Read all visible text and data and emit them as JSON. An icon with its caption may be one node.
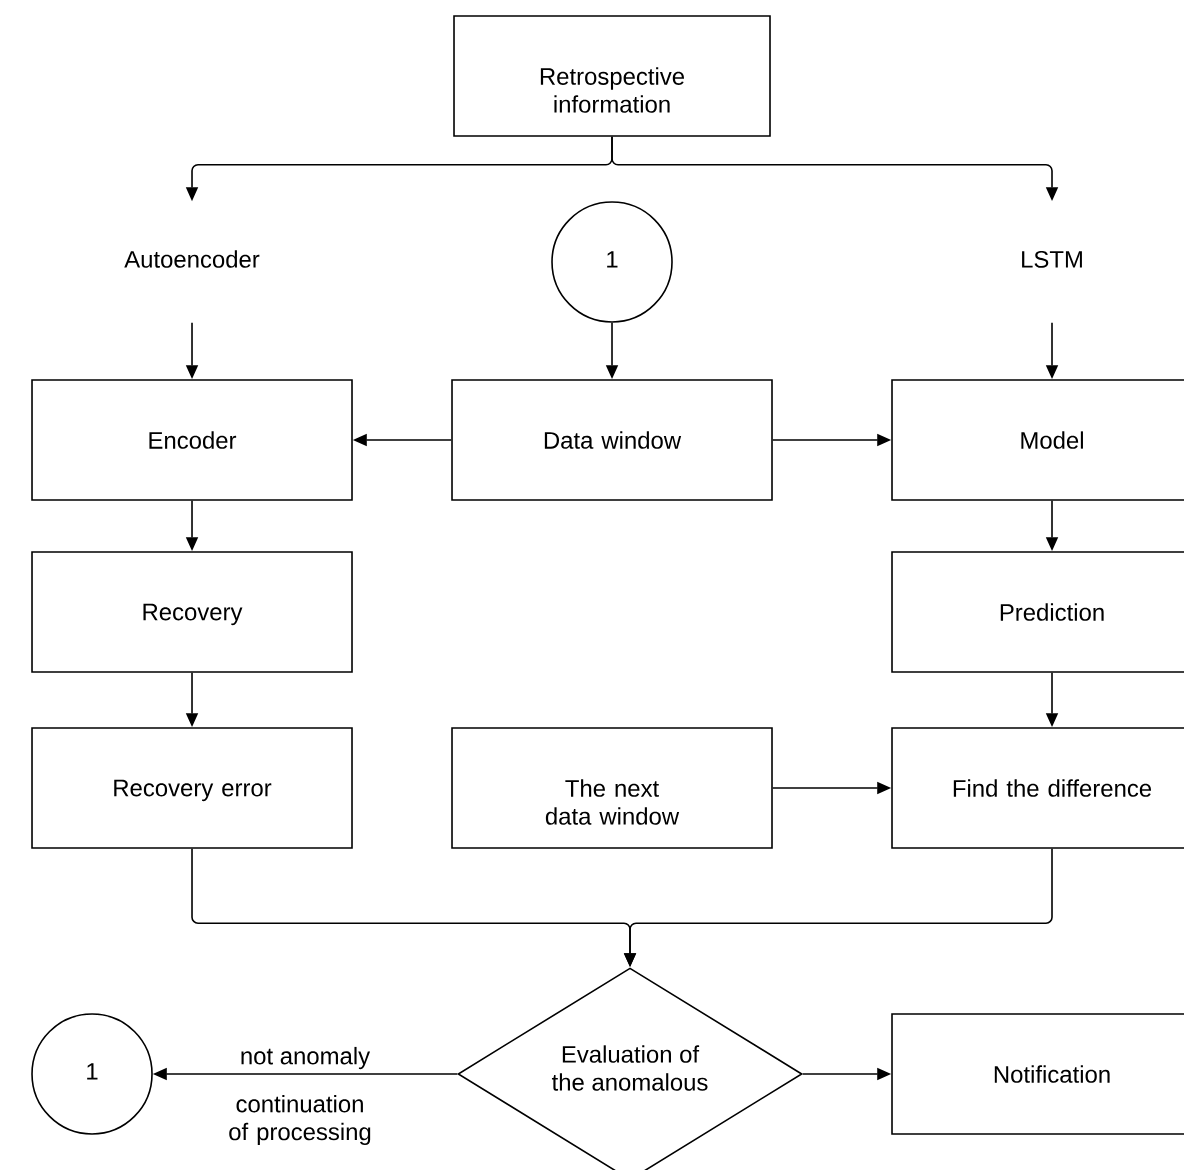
{
  "diagram": {
    "nodes": [
      {
        "text": [
          "Retrospective information"
        ]
      },
      {
        "text": [
          "Autoencoder"
        ]
      },
      {
        "text": [
          "1"
        ]
      },
      {
        "text": [
          "LSTM"
        ]
      },
      {
        "text": [
          "Encoder"
        ]
      },
      {
        "text": [
          "Data window"
        ]
      },
      {
        "text": [
          "Model"
        ]
      },
      {
        "text": [
          "Recovery"
        ]
      },
      {
        "text": [
          "Prediction"
        ]
      },
      {
        "text": [
          "Recovery error"
        ]
      },
      {
        "text": [
          "The next data window"
        ]
      },
      {
        "text": [
          "Find the difference"
        ]
      },
      {
        "text": [
          "Evaluation of the anomalous"
        ]
      },
      {
        "text": [
          "1"
        ]
      },
      {
        "text": [
          "Notification"
        ]
      }
    ],
    "edges": [
      {
        "from": 0,
        "to": 1,
        "arrow": "to"
      },
      {
        "from": 0,
        "to": 3,
        "arrow": "to"
      },
      {
        "from": 2,
        "to": 5,
        "arrow": "to"
      },
      {
        "from": 1,
        "to": 4,
        "arrow": "to"
      },
      {
        "from": 3,
        "to": 6,
        "arrow": "to"
      },
      {
        "from": 5,
        "to": 4,
        "arrow": "to"
      },
      {
        "from": 5,
        "to": 6,
        "arrow": "to"
      },
      {
        "from": 4,
        "to": 7,
        "arrow": "to"
      },
      {
        "from": 7,
        "to": 9,
        "arrow": "to"
      },
      {
        "from": 6,
        "to": 8,
        "arrow": "to"
      },
      {
        "from": 8,
        "to": 11,
        "arrow": "to"
      },
      {
        "from": 10,
        "to": 11,
        "arrow": "to"
      },
      {
        "from": 9,
        "to": 12,
        "arrow": "to"
      },
      {
        "from": 11,
        "to": 12,
        "arrow": "to"
      },
      {
        "from": 12,
        "to": 13,
        "arrow": "to",
        "label": "not anomaly"
      },
      {
        "from": 12,
        "to": 14,
        "arrow": "to"
      }
    ],
    "labels": [
      "continuation of processing"
    ]
  }
}
